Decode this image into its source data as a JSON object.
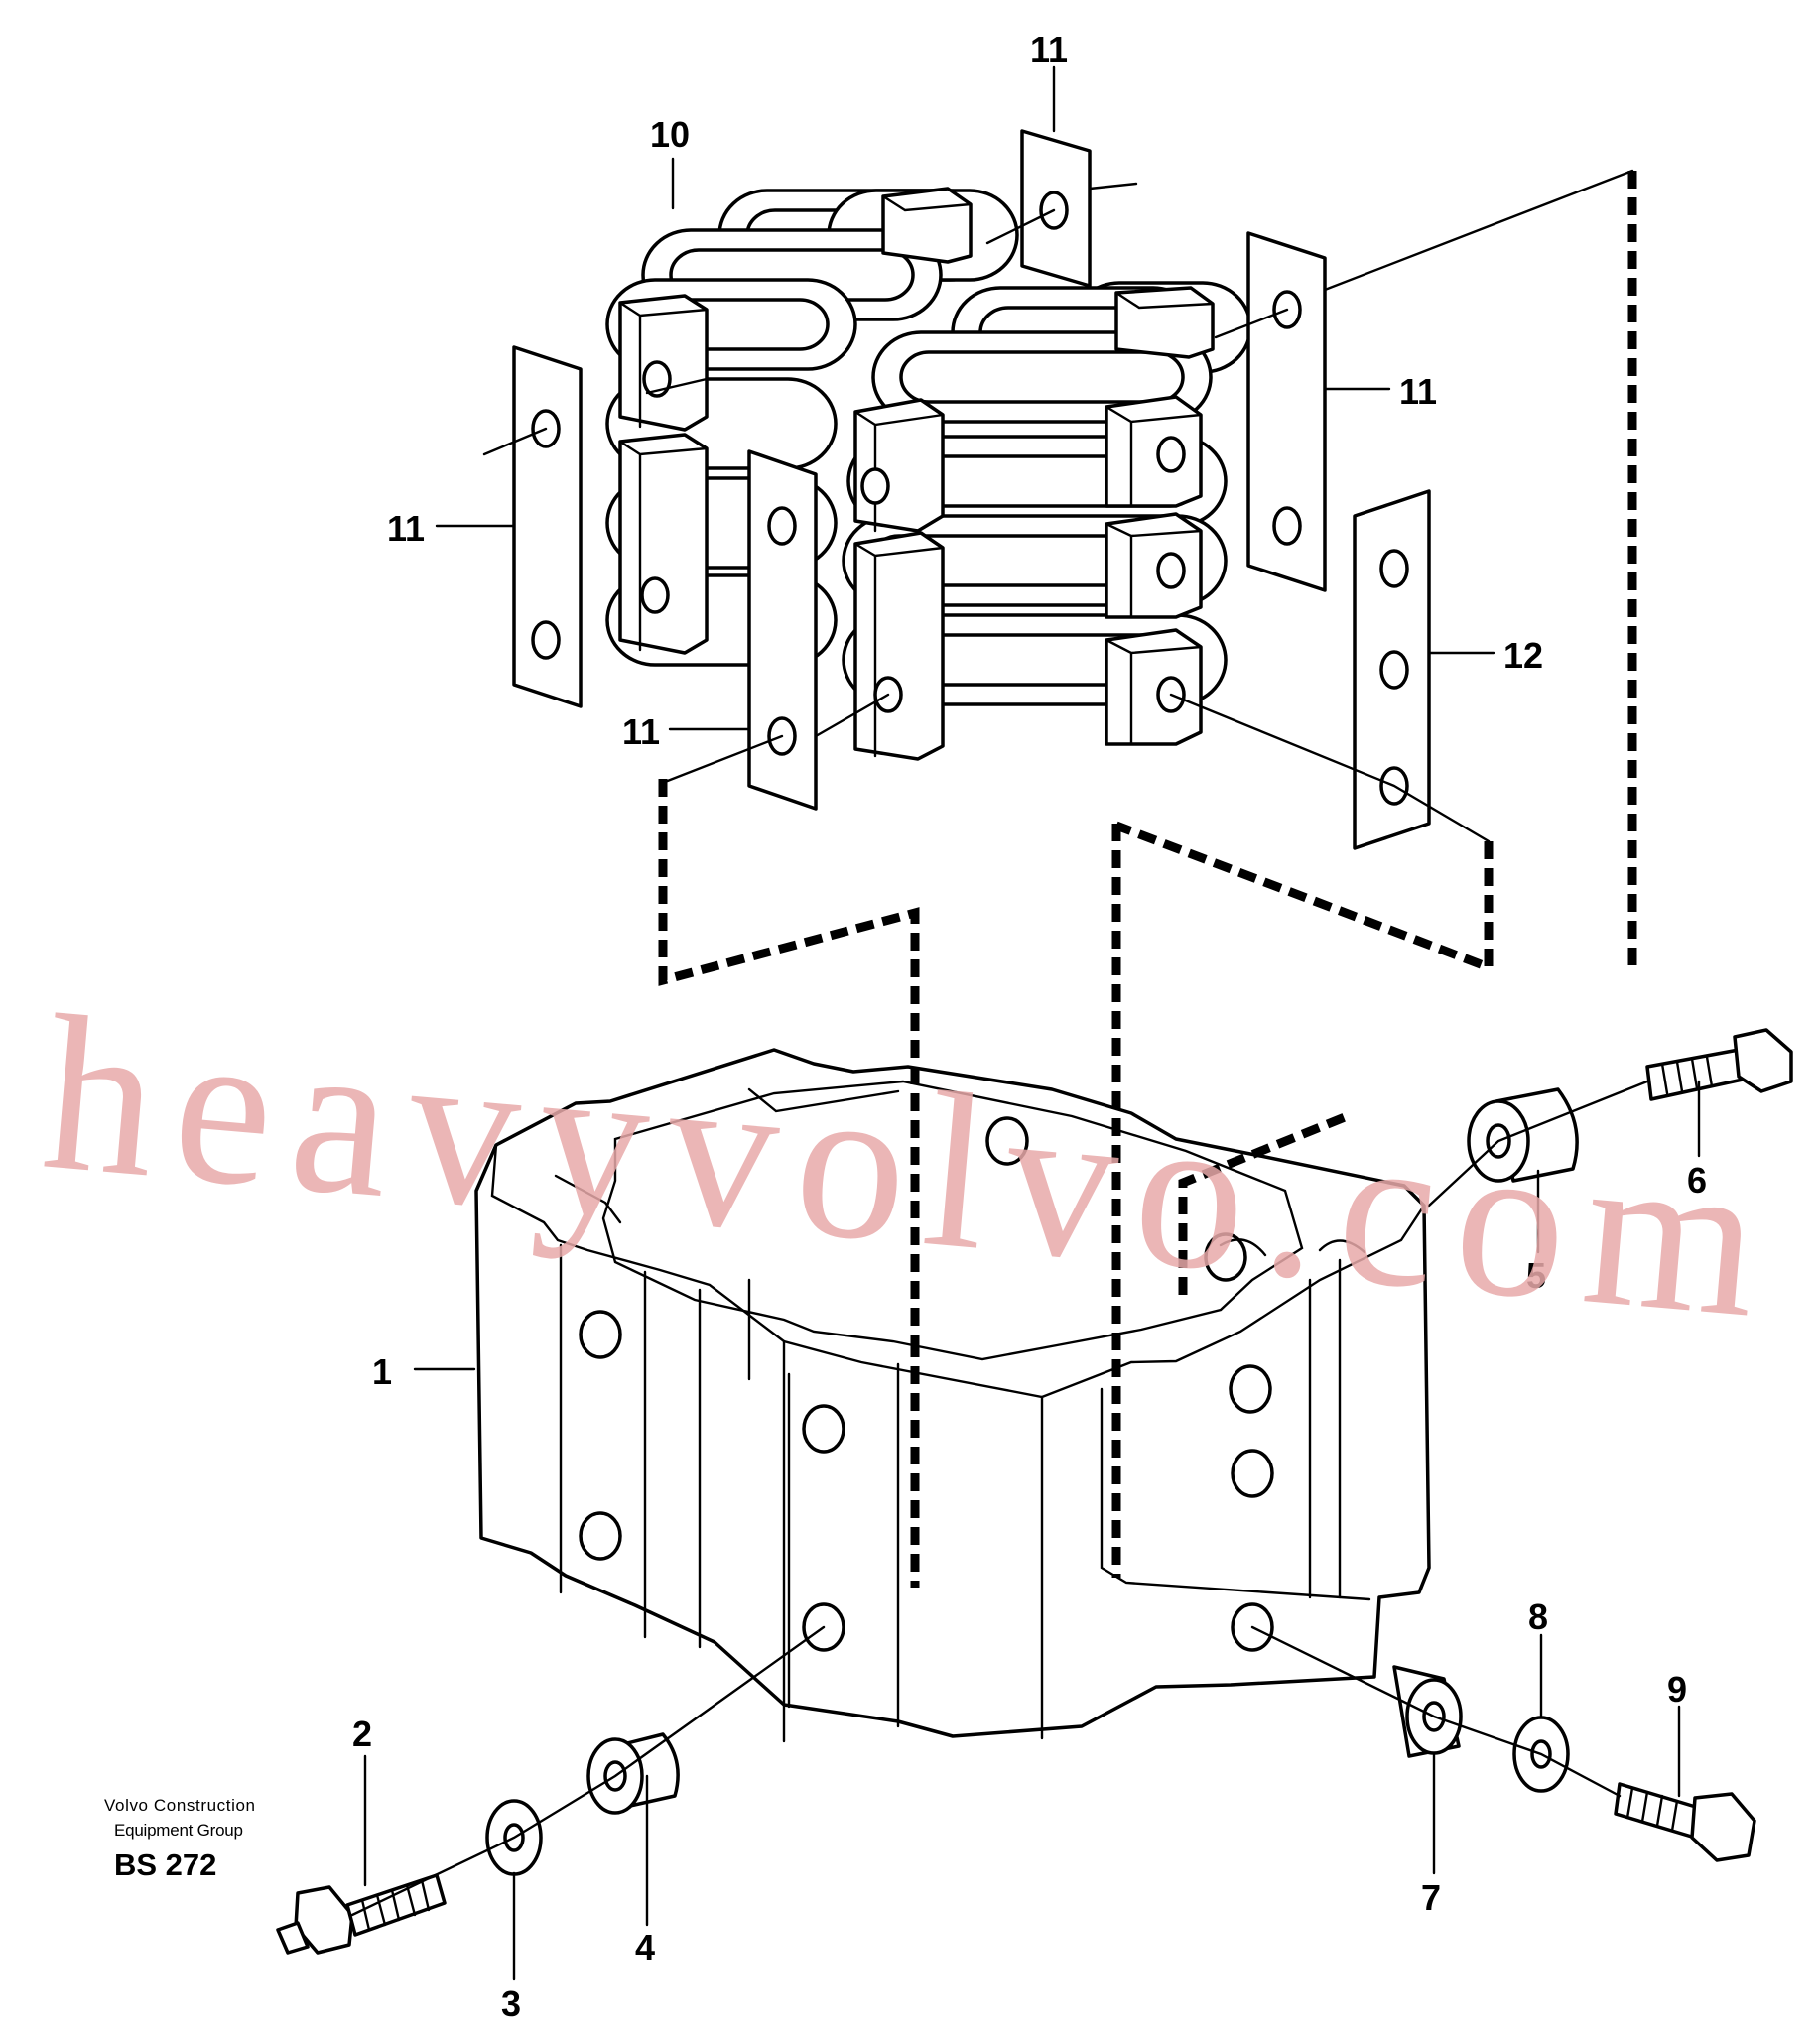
{
  "callouts": [
    "1",
    "2",
    "3",
    "4",
    "5",
    "6",
    "7",
    "8",
    "9",
    "10",
    "11",
    "12"
  ],
  "credit": {
    "line1": "Volvo Construction",
    "line2": "Equipment Group",
    "code": "BS 272"
  },
  "watermark": "heavyvolvo.com",
  "colors": {
    "line": "#000000",
    "paper": "#ffffff",
    "watermark": "#e7a9a9"
  }
}
